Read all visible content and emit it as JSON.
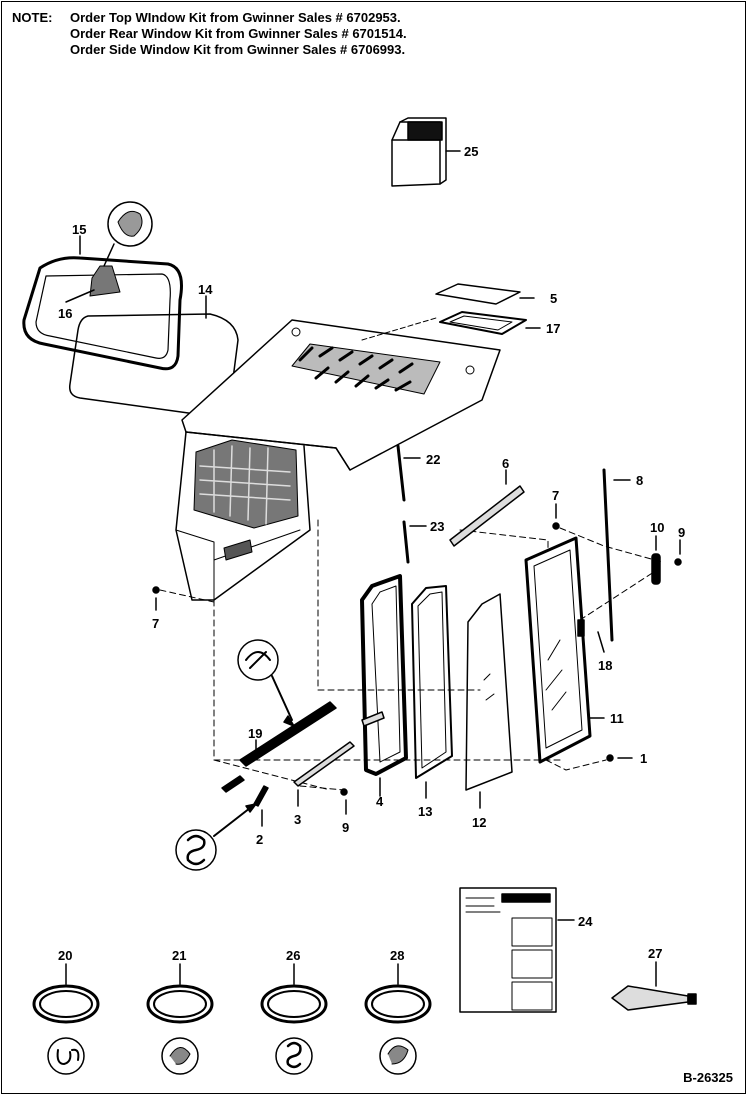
{
  "note": {
    "label": "NOTE:",
    "lines": [
      "Order Top WIndow Kit from Gwinner Sales # 6702953.",
      "Order Rear Window Kit from Gwinner Sales # 6701514.",
      "Order Side Window Kit from Gwinner Sales # 6706993."
    ]
  },
  "callouts": {
    "c25": "25",
    "c15": "15",
    "c16": "16",
    "c14": "14",
    "c5": "5",
    "c17": "17",
    "c22": "22",
    "c6": "6",
    "c8": "8",
    "c7a": "7",
    "c23": "23",
    "c10": "10",
    "c9a": "9",
    "c7b": "7",
    "c18": "18",
    "c19": "19",
    "c4": "4",
    "c11": "11",
    "c1": "1",
    "c3": "3",
    "c9b": "9",
    "c13": "13",
    "c12": "12",
    "c2": "2",
    "c24": "24",
    "c20": "20",
    "c21": "21",
    "c26": "26",
    "c28": "28",
    "c27": "27"
  },
  "figure_ref": "B-26325"
}
